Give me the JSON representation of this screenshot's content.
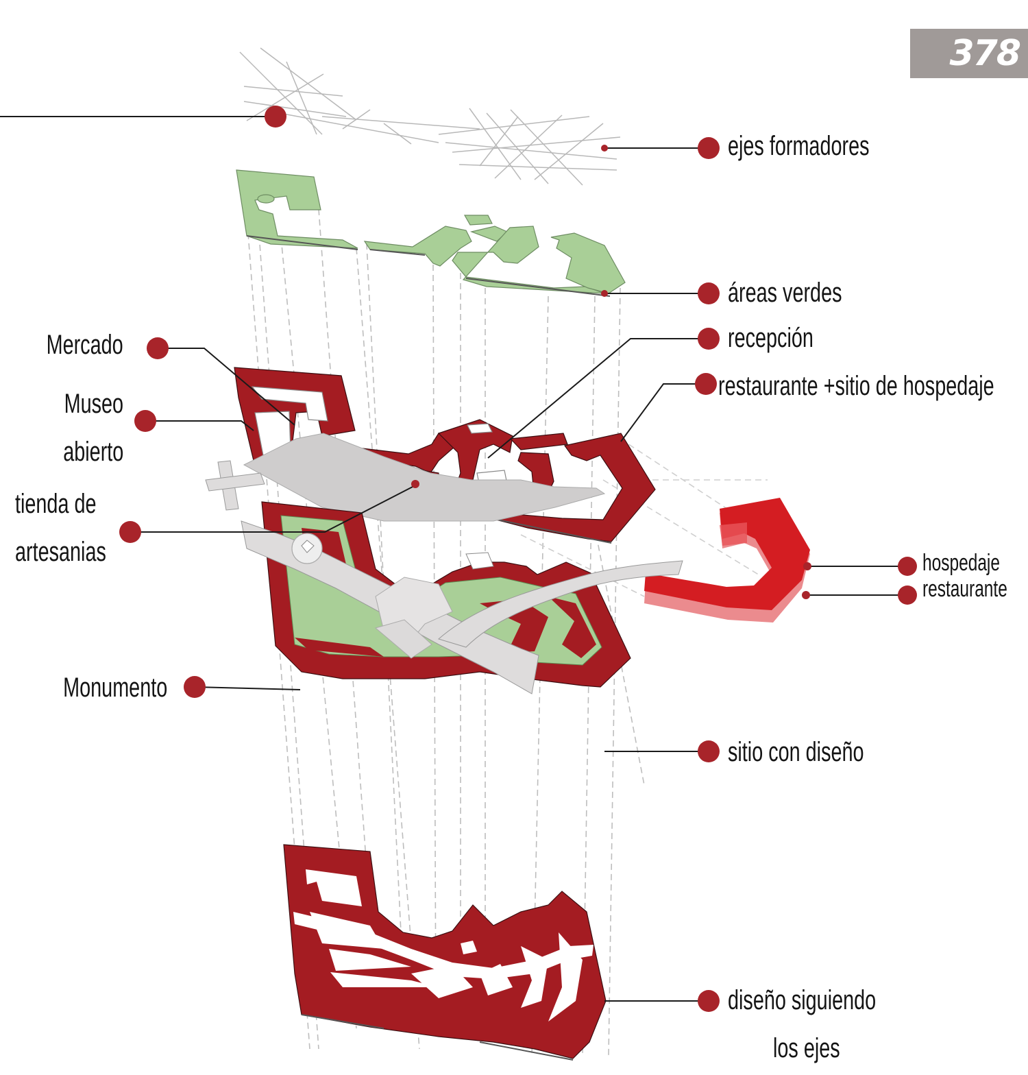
{
  "page": {
    "number": "378"
  },
  "colors": {
    "accent_red": "#a41c22",
    "dot_red": "#a8242a",
    "green_area": "#a9cf97",
    "road_gray": "#dedcdc",
    "site_gray": "#cfcdcd",
    "bright_red": "#d41d22",
    "axis_gray": "#bdbdbd"
  },
  "layers": [
    {
      "id": "axes",
      "label": "ejes formadores"
    },
    {
      "id": "green",
      "label": "áreas verdes"
    },
    {
      "id": "buildings",
      "label": ""
    },
    {
      "id": "site",
      "label": "sitio con diseño"
    },
    {
      "id": "base",
      "label": "diseño siguiendo los ejes",
      "label_line1": "diseño siguiendo",
      "label_line2": "los ejes"
    }
  ],
  "labels": {
    "ejes": "ejes formadores",
    "areas_verdes": "áreas verdes",
    "recepcion": "recepción",
    "restaurante_hospedaje": "restaurante +sitio de hospedaje",
    "mercado": "Mercado",
    "museo_line1": "Museo",
    "museo_line2": "abierto",
    "tienda_line1": "tienda de",
    "tienda_line2": "artesanias",
    "hospedaje": "hospedaje",
    "restaurante": "restaurante",
    "monumento": "Monumento",
    "sitio": "sitio con diseño",
    "diseno_line1": "diseño siguiendo",
    "diseno_line2": "los ejes"
  }
}
